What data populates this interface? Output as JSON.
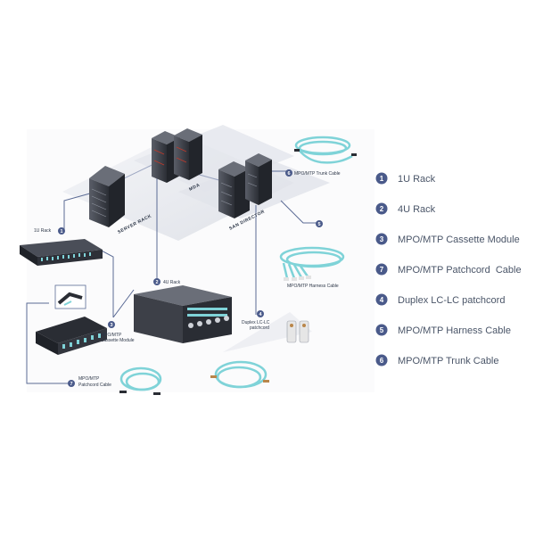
{
  "colors": {
    "badge": "#4a5a8a",
    "line": "#5b6b95",
    "cable": "#7fd3d8",
    "floor": "#e6e8ee",
    "rack": "#3a3d45"
  },
  "legend": [
    {
      "num": "1",
      "label": "1U Rack"
    },
    {
      "num": "2",
      "label": "4U Rack"
    },
    {
      "num": "3",
      "label": "MPO/MTP Cassette Module"
    },
    {
      "num": "7",
      "label": "MPO/MTP Patchcord  Cable"
    },
    {
      "num": "4",
      "label": "Duplex LC-LC patchcord"
    },
    {
      "num": "5",
      "label": "MPO/MTP Harness Cable"
    },
    {
      "num": "6",
      "label": "MPO/MTP Trunk Cable"
    }
  ],
  "diagram": {
    "iso_labels": {
      "server_rack": "SERVER RACK",
      "mda": "MDA",
      "san_director": "SAN DIRECTOR"
    },
    "callouts": {
      "rack_1u": "1U Rack",
      "rack_4u": "4U Rack",
      "cassette_line1": "MPO/MTP",
      "cassette_line2": "Cassette Module",
      "duplex_line1": "Duplex LC-LC",
      "duplex_line2": "patchcord",
      "patchcord_line1": "MPO/MTP",
      "patchcord_line2": "Patchcord  Cable",
      "harness": "MPO/MTP Harness Cable",
      "trunk": "MPO/MTP Trunk Cable"
    },
    "badges": {
      "rack_1u": "1",
      "rack_4u": "2",
      "cassette": "3",
      "duplex": "4",
      "harness": "5",
      "trunk": "6",
      "patchcord": "7"
    }
  }
}
